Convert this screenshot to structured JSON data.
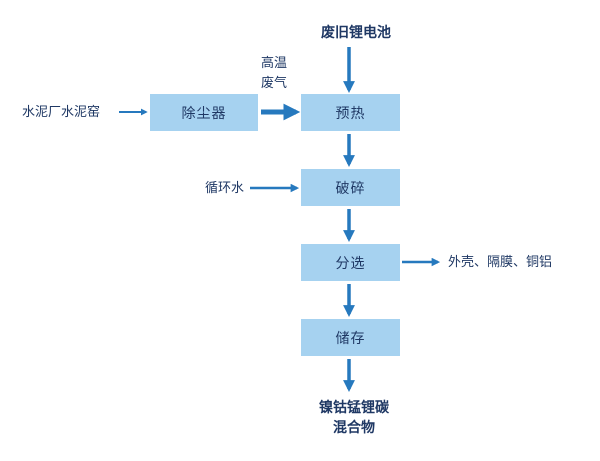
{
  "diagram": {
    "source_top": "废旧锂电池",
    "boxes": [
      {
        "label": "除尘器"
      },
      {
        "label": "预热"
      },
      {
        "label": "破碎"
      },
      {
        "label": "分选"
      },
      {
        "label": "储存"
      }
    ],
    "inputs": {
      "cement_kiln": "水泥厂水泥窑",
      "hot_gas_line1": "高温",
      "hot_gas_line2": "废气",
      "circulating_water": "循环水"
    },
    "outputs": {
      "sorting_output": "外壳、隔膜、铜铝",
      "final_line1": "镍钴锰锂碳",
      "final_line2": "混合物"
    },
    "colors": {
      "box_fill": "#A6D2F0",
      "arrow": "#2679BE",
      "text": "#1F3864"
    }
  }
}
